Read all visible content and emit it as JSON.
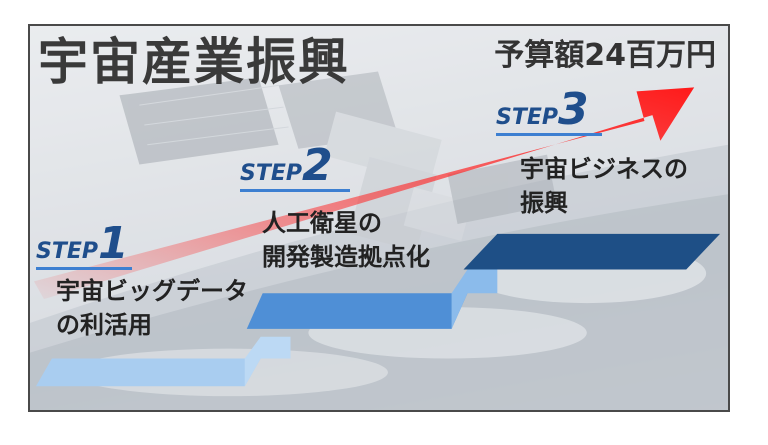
{
  "title": "宇宙産業振興",
  "budget": "予算額24百万円",
  "steps": [
    {
      "word": "STEP",
      "number": "1",
      "desc_line1": "宇宙ビッグデータ",
      "desc_line2": "の利活用"
    },
    {
      "word": "STEP",
      "number": "2",
      "desc_line1": "人工衛星の",
      "desc_line2": "開発製造拠点化"
    },
    {
      "word": "STEP",
      "number": "3",
      "desc_line1": "宇宙ビジネスの",
      "desc_line2": "振興"
    }
  ],
  "colors": {
    "arrow": "#ff2020",
    "step_text": "#1f4e8c",
    "step1_platform": "#a9cdf0",
    "step2_platform": "#4f8fd6",
    "step3_platform": "#1e4f86"
  }
}
